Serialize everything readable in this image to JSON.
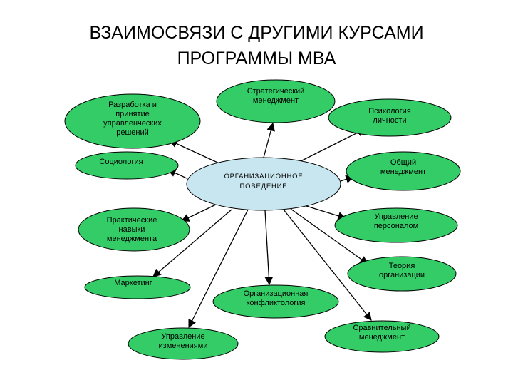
{
  "title": {
    "line1": "ВЗАИМОСВЯЗИ С ДРУГИМИ КУРСАМИ",
    "line2": "ПРОГРАММЫ МВА"
  },
  "colors": {
    "outer_fill": "#33cc66",
    "center_fill": "#c8e6f0",
    "stroke": "#000000",
    "arrow": "#000000"
  },
  "center": {
    "lines": [
      "ОРГАНИЗАЦИОННОЕ",
      "ПОВЕДЕНИЕ"
    ]
  },
  "nodes": [
    {
      "id": "razrabotka",
      "lines": [
        "Разработка и",
        "принятие",
        "управленческих",
        "решений"
      ]
    },
    {
      "id": "strategicheskiy",
      "lines": [
        "Стратегический",
        "менеджмент"
      ]
    },
    {
      "id": "psikhologiya",
      "lines": [
        "Психология",
        "личности"
      ]
    },
    {
      "id": "sotsiologiya",
      "lines": [
        "Социология"
      ]
    },
    {
      "id": "obshchiy",
      "lines": [
        "Общий",
        "менеджмент"
      ]
    },
    {
      "id": "prakticheskie",
      "lines": [
        "Практические",
        "навыки",
        "менеджмента"
      ]
    },
    {
      "id": "upravlenie-personalom",
      "lines": [
        "Управление",
        "персоналом"
      ]
    },
    {
      "id": "teoriya",
      "lines": [
        "Теория",
        "организации"
      ]
    },
    {
      "id": "marketing",
      "lines": [
        "Маркетинг"
      ]
    },
    {
      "id": "konfliktologiya",
      "lines": [
        "Организационная",
        "конфликтология"
      ]
    },
    {
      "id": "upravlenie-izmeneniyami",
      "lines": [
        "Управление",
        "изменениями"
      ]
    },
    {
      "id": "sravnitelnyy",
      "lines": [
        "Сравнительный",
        "менеджмент"
      ]
    }
  ]
}
